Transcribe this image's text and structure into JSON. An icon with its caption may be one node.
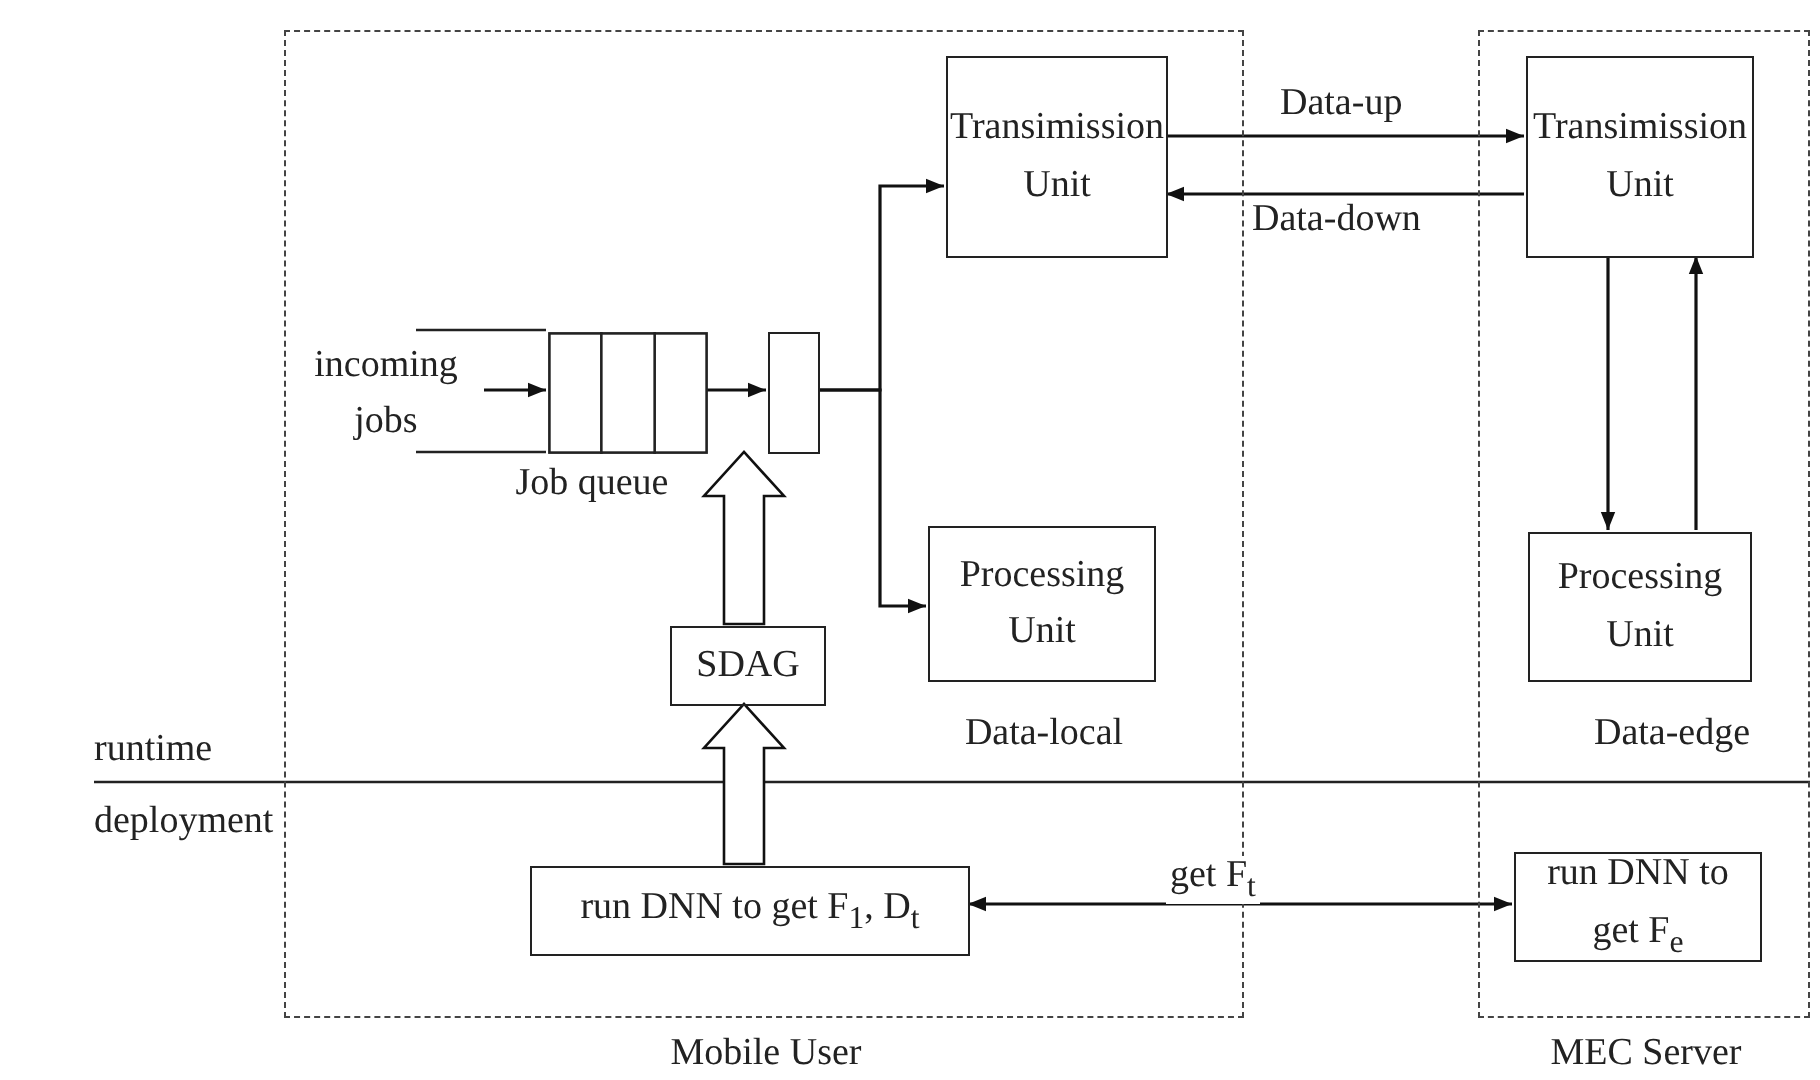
{
  "diagram": {
    "nodes": [
      {
        "text": [
          "Mobile User"
        ]
      },
      {
        "text": [
          "MEC Server"
        ]
      },
      {
        "text": [
          "Transimission Unit"
        ],
        "in": 0
      },
      {
        "text": [
          "Transimission Unit"
        ],
        "in": 1
      },
      {
        "text": [
          "incoming jobs"
        ],
        "in": 0
      },
      {
        "text": [
          "Job queue"
        ],
        "in": 0
      },
      {
        "text": [],
        "shape": "box",
        "in": 0
      },
      {
        "text": [
          "Processing Unit"
        ],
        "in": 0,
        "beside": [
          "Data-local"
        ]
      },
      {
        "text": [
          "SDAG"
        ],
        "in": 0
      },
      {
        "text": [
          "Processing Unit"
        ],
        "in": 1,
        "beside": [
          "Data-edge"
        ]
      },
      {
        "text": [
          "run DNN to get F$_{1}$, D$_{t}$"
        ],
        "in": 0
      },
      {
        "text": [
          "run DNN to get F$_{e}$"
        ],
        "in": 1
      }
    ],
    "edges": [
      {
        "from": 4,
        "to": 5,
        "arrow": "to"
      },
      {
        "from": 5,
        "to": 6,
        "arrow": "to"
      },
      {
        "from": 6,
        "to": 2,
        "arrow": "to"
      },
      {
        "from": 6,
        "to": 7,
        "arrow": "to"
      },
      {
        "from": 8,
        "to": 6,
        "arrow": "to",
        "style": "thick"
      },
      {
        "from": 10,
        "to": 8,
        "arrow": "to",
        "style": "thick"
      },
      {
        "from": 2,
        "to": 3,
        "arrow": "to",
        "label": "Data-up"
      },
      {
        "from": 3,
        "to": 2,
        "arrow": "to",
        "label": "Data-down"
      },
      {
        "from": 3,
        "to": 9,
        "arrow": "to"
      },
      {
        "from": 9,
        "to": 3,
        "arrow": "to"
      },
      {
        "from": 10,
        "to": 11,
        "arrow": "both",
        "label": "get F$_{t}$"
      }
    ],
    "labels": [
      "runtime",
      "deployment"
    ]
  }
}
